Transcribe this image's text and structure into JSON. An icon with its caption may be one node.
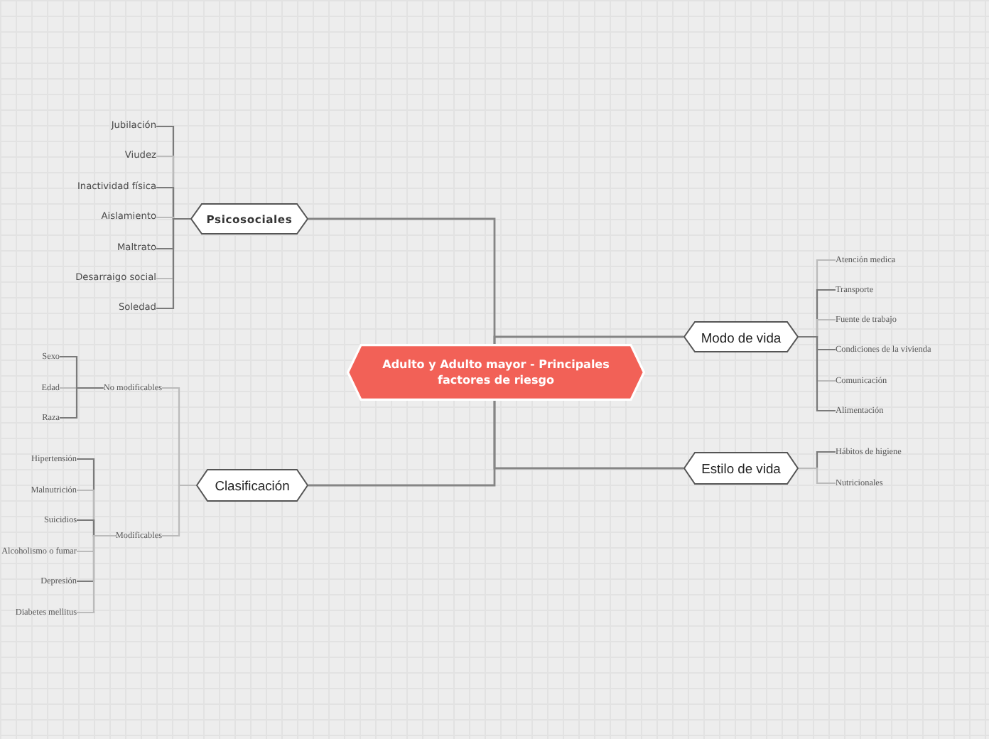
{
  "diagram": {
    "nodes": [
      {
        "text": [
          "Adulto y Adulto mayor - Principales factores de riesgo"
        ]
      },
      {
        "text": [
          "Psicosociales"
        ]
      },
      {
        "text": [
          "Jubilación"
        ]
      },
      {
        "text": [
          "Viudez"
        ]
      },
      {
        "text": [
          "Inactividad física"
        ]
      },
      {
        "text": [
          "Aislamiento"
        ]
      },
      {
        "text": [
          "Maltrato"
        ]
      },
      {
        "text": [
          "Desarraigo social"
        ]
      },
      {
        "text": [
          "Soledad"
        ]
      },
      {
        "text": [
          "Clasificación"
        ]
      },
      {
        "text": [
          "No modificables"
        ]
      },
      {
        "text": [
          "Sexo"
        ]
      },
      {
        "text": [
          "Edad"
        ]
      },
      {
        "text": [
          "Raza"
        ]
      },
      {
        "text": [
          "Modificables"
        ]
      },
      {
        "text": [
          "Hipertensión"
        ]
      },
      {
        "text": [
          "Malnutrición"
        ]
      },
      {
        "text": [
          "Suicidios"
        ]
      },
      {
        "text": [
          "Alcoholismo o fumar"
        ]
      },
      {
        "text": [
          "Depresión"
        ]
      },
      {
        "text": [
          "Diabetes mellitus"
        ]
      },
      {
        "text": [
          "Modo de vida"
        ]
      },
      {
        "text": [
          "Atención medica"
        ]
      },
      {
        "text": [
          "Transporte"
        ]
      },
      {
        "text": [
          "Fuente de trabajo"
        ]
      },
      {
        "text": [
          "Condiciones de la vivienda"
        ]
      },
      {
        "text": [
          "Comunicación"
        ]
      },
      {
        "text": [
          "Alimentación"
        ]
      },
      {
        "text": [
          "Estilo de vida"
        ]
      },
      {
        "text": [
          "Hábitos de higiene"
        ]
      },
      {
        "text": [
          "Nutricionales"
        ]
      }
    ],
    "edges": [
      {
        "from": 0,
        "to": 1,
        "arrow": "none"
      },
      {
        "from": 0,
        "to": 9,
        "arrow": "none"
      },
      {
        "from": 0,
        "to": 21,
        "arrow": "none"
      },
      {
        "from": 0,
        "to": 28,
        "arrow": "none"
      },
      {
        "from": 1,
        "to": 2,
        "arrow": "none"
      },
      {
        "from": 1,
        "to": 3,
        "arrow": "none",
        "color": "#bbbbbb"
      },
      {
        "from": 1,
        "to": 4,
        "arrow": "none"
      },
      {
        "from": 1,
        "to": 5,
        "arrow": "none",
        "color": "#bbbbbb"
      },
      {
        "from": 1,
        "to": 6,
        "arrow": "none"
      },
      {
        "from": 1,
        "to": 7,
        "arrow": "none",
        "color": "#bbbbbb"
      },
      {
        "from": 1,
        "to": 8,
        "arrow": "none"
      },
      {
        "from": 9,
        "to": 10,
        "arrow": "none",
        "color": "#bbbbbb"
      },
      {
        "from": 9,
        "to": 14,
        "arrow": "none",
        "color": "#bbbbbb"
      },
      {
        "from": 10,
        "to": 11,
        "arrow": "none"
      },
      {
        "from": 10,
        "to": 12,
        "arrow": "none",
        "color": "#bbbbbb"
      },
      {
        "from": 10,
        "to": 13,
        "arrow": "none"
      },
      {
        "from": 14,
        "to": 15,
        "arrow": "none"
      },
      {
        "from": 14,
        "to": 16,
        "arrow": "none",
        "color": "#bbbbbb"
      },
      {
        "from": 14,
        "to": 17,
        "arrow": "none"
      },
      {
        "from": 14,
        "to": 18,
        "arrow": "none",
        "color": "#bbbbbb"
      },
      {
        "from": 14,
        "to": 19,
        "arrow": "none"
      },
      {
        "from": 14,
        "to": 20,
        "arrow": "none",
        "color": "#bbbbbb"
      },
      {
        "from": 21,
        "to": 22,
        "arrow": "none",
        "color": "#bbbbbb"
      },
      {
        "from": 21,
        "to": 23,
        "arrow": "none"
      },
      {
        "from": 21,
        "to": 24,
        "arrow": "none",
        "color": "#bbbbbb"
      },
      {
        "from": 21,
        "to": 25,
        "arrow": "none"
      },
      {
        "from": 21,
        "to": 26,
        "arrow": "none",
        "color": "#bbbbbb"
      },
      {
        "from": 21,
        "to": 27,
        "arrow": "none"
      },
      {
        "from": 28,
        "to": 29,
        "arrow": "none"
      },
      {
        "from": 28,
        "to": 30,
        "arrow": "none",
        "color": "#bbbbbb"
      }
    ]
  }
}
